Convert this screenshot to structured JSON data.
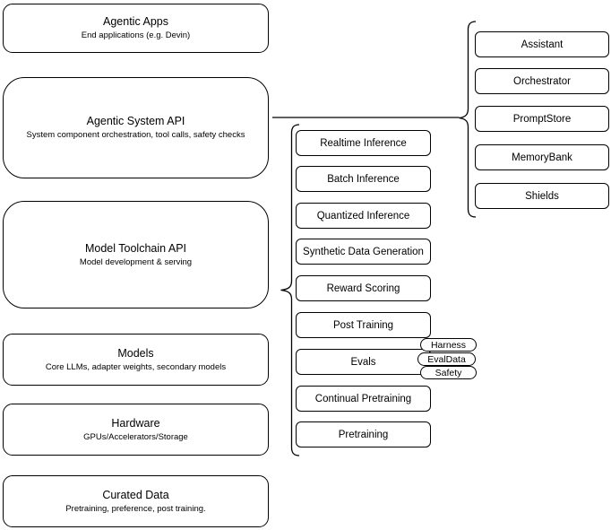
{
  "layers": [
    {
      "title": "Agentic Apps",
      "subtitle": "End applications (e.g. Devin)"
    },
    {
      "title": "Agentic System API",
      "subtitle": "System component orchestration, tool calls, safety checks"
    },
    {
      "title": "Model Toolchain API",
      "subtitle": "Model development & serving"
    },
    {
      "title": "Models",
      "subtitle": "Core LLMs, adapter weights, secondary models"
    },
    {
      "title": "Hardware",
      "subtitle": "GPUs/Accelerators/Storage"
    },
    {
      "title": "Curated Data",
      "subtitle": "Pretraining, preference, post training."
    }
  ],
  "toolchain_services": [
    "Realtime Inference",
    "Batch Inference",
    "Quantized Inference",
    "Synthetic Data Generation",
    "Reward Scoring",
    "Post Training",
    "Evals",
    "Continual Pretraining",
    "Pretraining"
  ],
  "eval_tags": [
    "Harness",
    "EvalData",
    "Safety"
  ],
  "system_components": [
    "Assistant",
    "Orchestrator",
    "PromptStore",
    "MemoryBank",
    "Shields"
  ],
  "colors": {
    "stroke": "#000000",
    "background": "#ffffff",
    "text": "#000000"
  }
}
